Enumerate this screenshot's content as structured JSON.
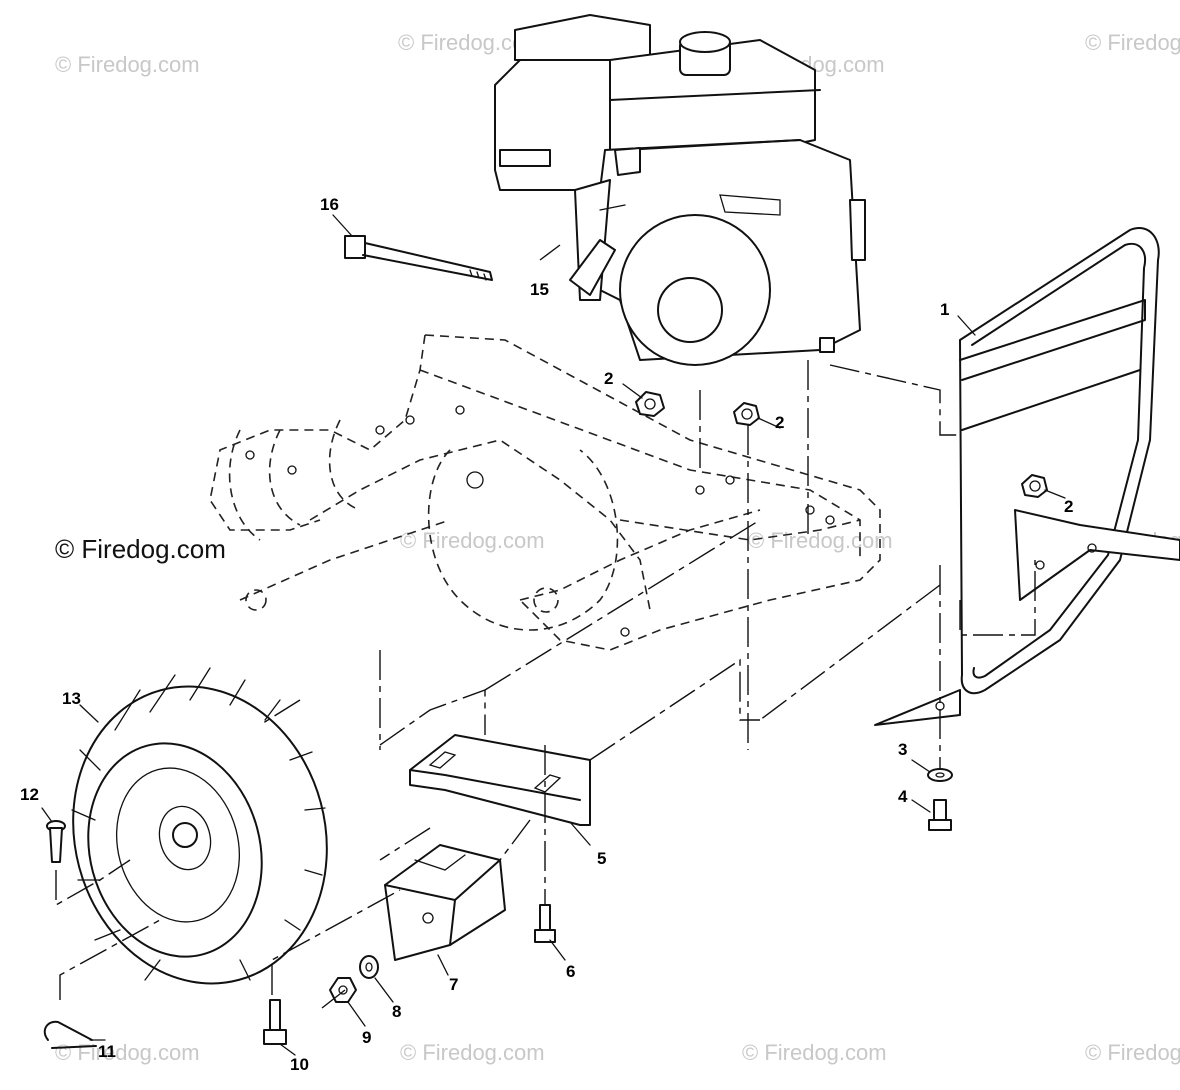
{
  "watermark": {
    "text": "© Firedog.com",
    "main_text": "© Firedog.com"
  },
  "callouts": {
    "c1": "1",
    "c2a": "2",
    "c2b": "2",
    "c2c": "2",
    "c3": "3",
    "c4": "4",
    "c5": "5",
    "c6": "6",
    "c7": "7",
    "c8": "8",
    "c9": "9",
    "c10": "10",
    "c11": "11",
    "c12": "12",
    "c13": "13",
    "c15": "15",
    "c16": "16"
  },
  "icons": {
    "engine": "engine-icon",
    "bumper": "bumper-frame-icon",
    "wheel": "tire-wheel-icon",
    "weight": "counterweight-icon",
    "bracket": "weight-bracket-icon",
    "cable_tie": "cable-tie-icon"
  }
}
